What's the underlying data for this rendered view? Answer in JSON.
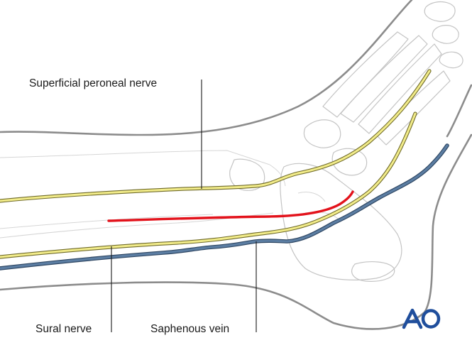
{
  "labels": {
    "superficial_peroneal_nerve": "Superficial peroneal nerve",
    "sural_nerve": "Sural nerve",
    "saphenous_vein": "Saphenous vein"
  },
  "logo": {
    "text": "AO",
    "color": "#1f4e9c"
  },
  "colors": {
    "incision": "#e3121b",
    "nerve": "#f2ec8a",
    "vein": "#5c7ea3",
    "skin_outline": "#8c8c8c",
    "bone_outline": "#c4c4c4"
  }
}
